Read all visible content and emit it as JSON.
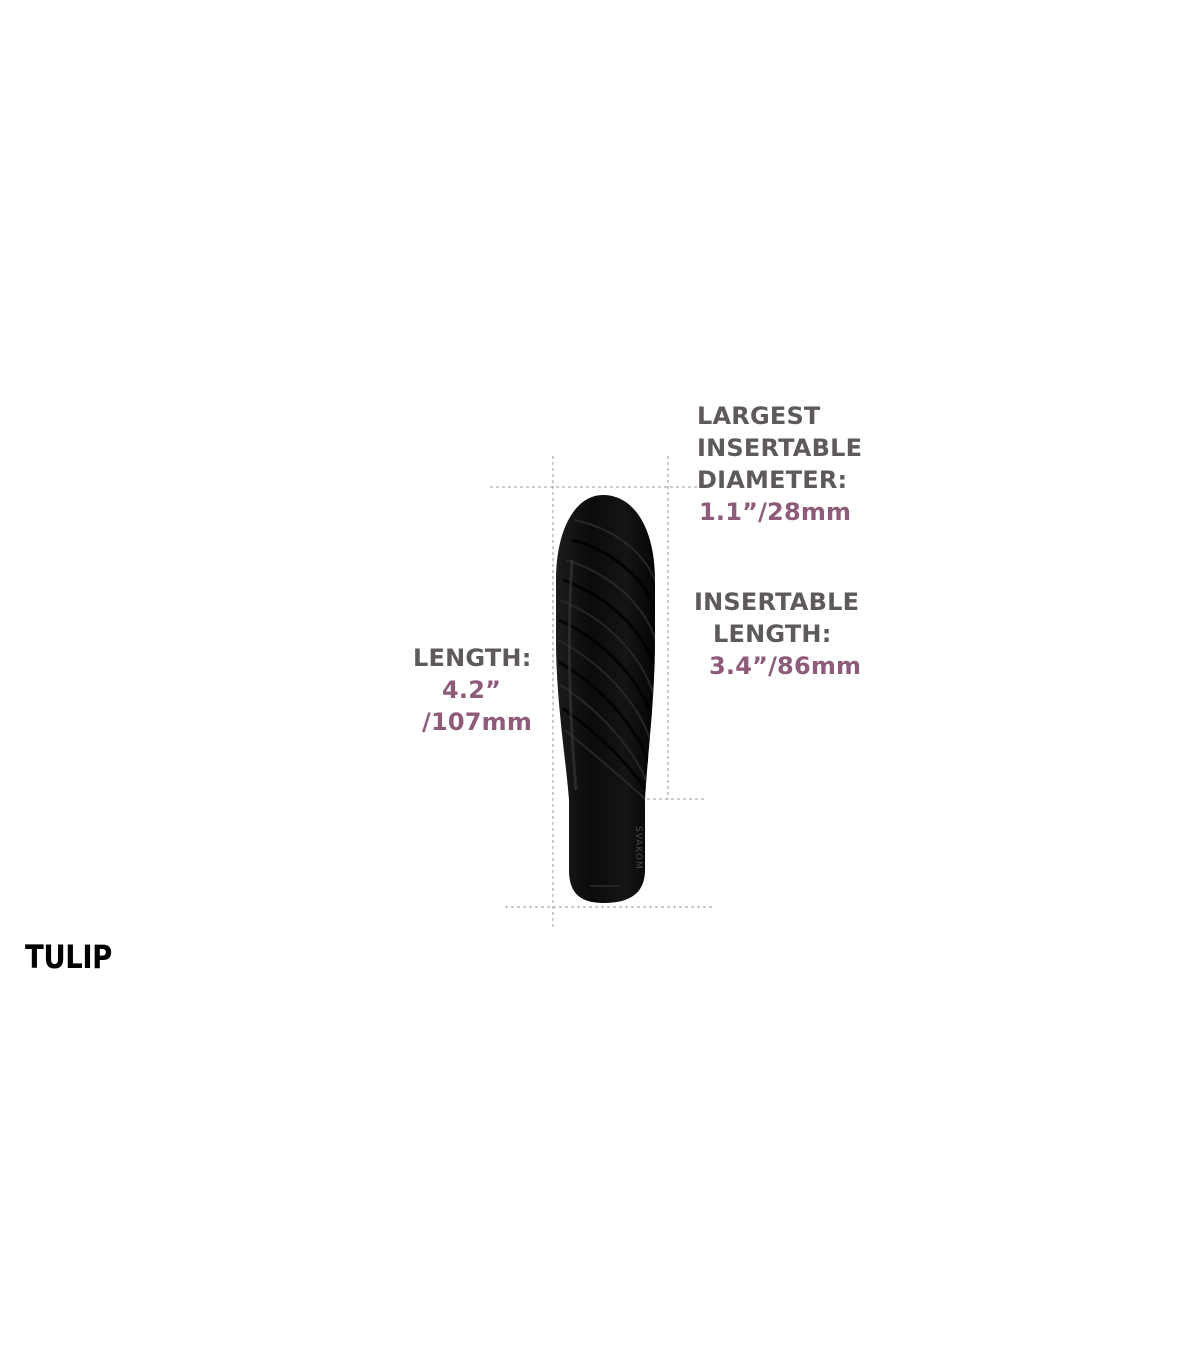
{
  "product": {
    "name": "TULIP",
    "brand_mark": "SVAKOM"
  },
  "dimensions": {
    "largest_insertable_diameter": {
      "label_lines": [
        "LARGEST",
        "INSERTABLE",
        "DIAMETER:"
      ],
      "value": "1.1”/28mm"
    },
    "insertable_length": {
      "label_lines": [
        "INSERTABLE",
        "LENGTH:"
      ],
      "value": "3.4”/86mm"
    },
    "length": {
      "label": "LENGTH:",
      "value_lines": [
        "4.2”",
        "/107mm"
      ]
    }
  },
  "colors": {
    "label": "#5e5a5b",
    "accent": "#8f5b7a",
    "product": "#111111",
    "guide_line": "#9a9a9a"
  }
}
